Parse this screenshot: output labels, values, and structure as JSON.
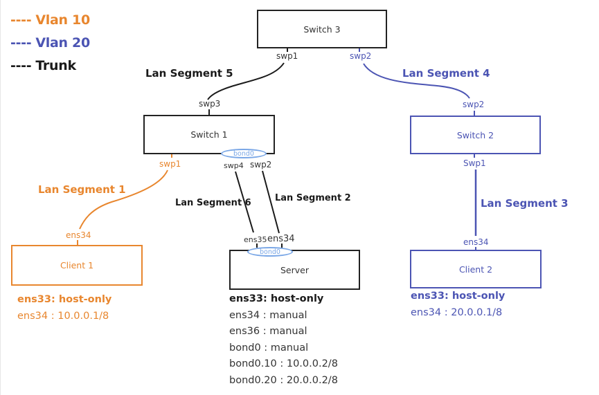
{
  "colors": {
    "vlan10": "#e8862e",
    "vlan20": "#4b54b3",
    "trunk": "#1a1a1a",
    "bond": "#7aa7e6"
  },
  "legend": [
    {
      "dash": "----",
      "label": "Vlan 10",
      "color_key": "vlan10"
    },
    {
      "dash": "----",
      "label": "Vlan 20",
      "color_key": "vlan20"
    },
    {
      "dash": "----",
      "label": "Trunk",
      "color_key": "trunk"
    }
  ],
  "nodes": {
    "switch3": {
      "label": "Switch 3",
      "ports": {
        "swp1": "swp1",
        "swp2": "swp2"
      }
    },
    "switch1": {
      "label": "Switch 1",
      "bond": "bond0",
      "ports": {
        "swp3": "swp3",
        "swp1": "swp1",
        "swp4": "swp4",
        "swp2": "swp2"
      }
    },
    "switch2": {
      "label": "Switch 2",
      "ports": {
        "swp2": "swp2",
        "swp1": "Swp1"
      }
    },
    "client1": {
      "label": "Client 1",
      "ports": {
        "ens34": "ens34"
      }
    },
    "server": {
      "label": "Server",
      "bond": "bond0",
      "ports": {
        "ens35": "ens35",
        "ens34": "ens34"
      }
    },
    "client2": {
      "label": "Client 2",
      "ports": {
        "ens34": "ens34"
      }
    }
  },
  "segments": {
    "seg1": "Lan Segment 1",
    "seg2": "Lan Segment 2",
    "seg3": "Lan Segment 3",
    "seg4": "Lan Segment 4",
    "seg5": "Lan Segment 5",
    "seg6": "Lan Segment 6"
  },
  "info": {
    "client1": [
      "ens33: host-only",
      "ens34 : 10.0.0.1/8"
    ],
    "server": [
      "ens33: host-only",
      "ens34 : manual",
      "ens36 : manual",
      "bond0 : manual",
      "bond0.10 : 10.0.0.2/8",
      "bond0.20 : 20.0.0.2/8"
    ],
    "client2": [
      "ens33: host-only",
      "ens34 : 20.0.0.1/8"
    ]
  }
}
